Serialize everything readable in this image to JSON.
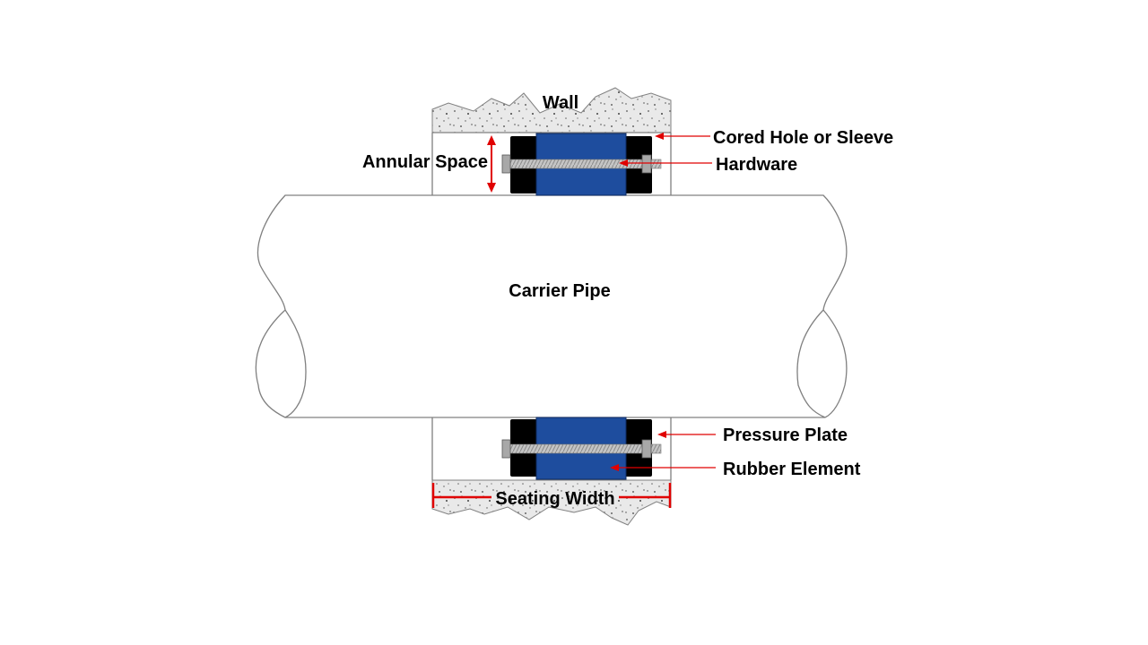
{
  "labels": {
    "wall": "Wall",
    "cored_hole": "Cored Hole or Sleeve",
    "annular_space": "Annular Space",
    "hardware": "Hardware",
    "carrier_pipe": "Carrier Pipe",
    "pressure_plate": "Pressure Plate",
    "rubber_element": "Rubber Element",
    "seating_width": "Seating Width"
  },
  "colors": {
    "rubber_element": "#1e4d9e",
    "pressure_plate": "#000000",
    "bolt": "#b4b4b4",
    "wall_fill": "#e6e6e6",
    "arrow": "#e00000",
    "outline": "#808080"
  }
}
